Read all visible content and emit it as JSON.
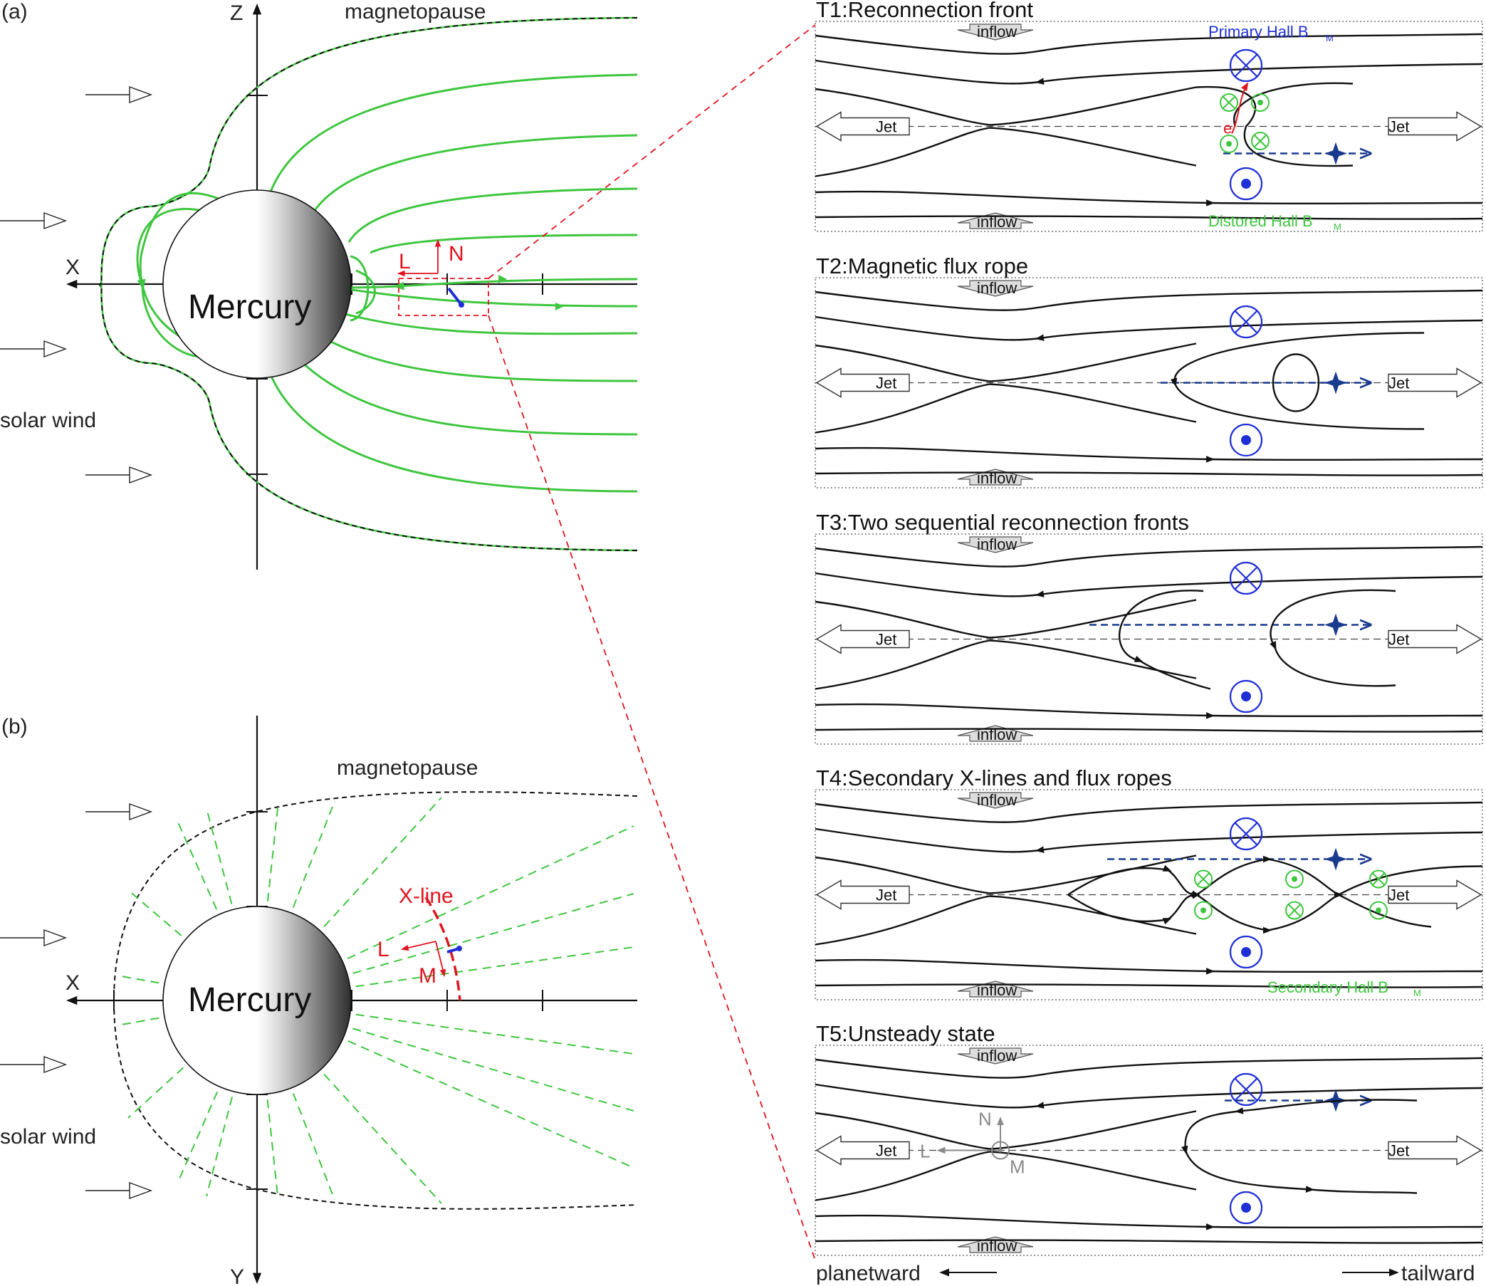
{
  "colors": {
    "field_line": "#3fc63f",
    "red": "#e0141e",
    "blue": "#1f2fd6",
    "dark_blue": "#1a3a8e",
    "black": "#111111",
    "gray": "#8a8a8a"
  },
  "panel_a": {
    "tag": "(a)",
    "axis_z": "Z",
    "axis_x": "X",
    "magnetopause": "magnetopause",
    "planet": "Mercury",
    "solar_wind": "solar wind",
    "frame_L": "L",
    "frame_N": "N"
  },
  "panel_b": {
    "tag": "(b)",
    "axis_y": "Y",
    "axis_x": "X",
    "magnetopause": "magnetopause",
    "planet": "Mercury",
    "solar_wind": "solar wind",
    "xline": "X-line",
    "frame_L": "L",
    "frame_M": "M"
  },
  "stages": [
    {
      "title": "T1:Reconnection front",
      "note_top": "Primary Hall B",
      "note_top_sub": "M",
      "note_bottom": "Distored Hall B",
      "note_bottom_sub": "M",
      "electron": "e"
    },
    {
      "title": "T2:Magnetic flux rope"
    },
    {
      "title": "T3:Two sequential reconnection fronts"
    },
    {
      "title": "T4:Secondary X-lines and flux ropes",
      "note_bottom": "Secondary Hall B",
      "note_bottom_sub": "M"
    },
    {
      "title": "T5:Unsteady state",
      "frame_N": "N",
      "frame_L": "L",
      "frame_M": "M"
    }
  ],
  "common": {
    "inflow": "inflow",
    "jet": "Jet",
    "planetward": "planetward",
    "tailward": "tailward"
  }
}
